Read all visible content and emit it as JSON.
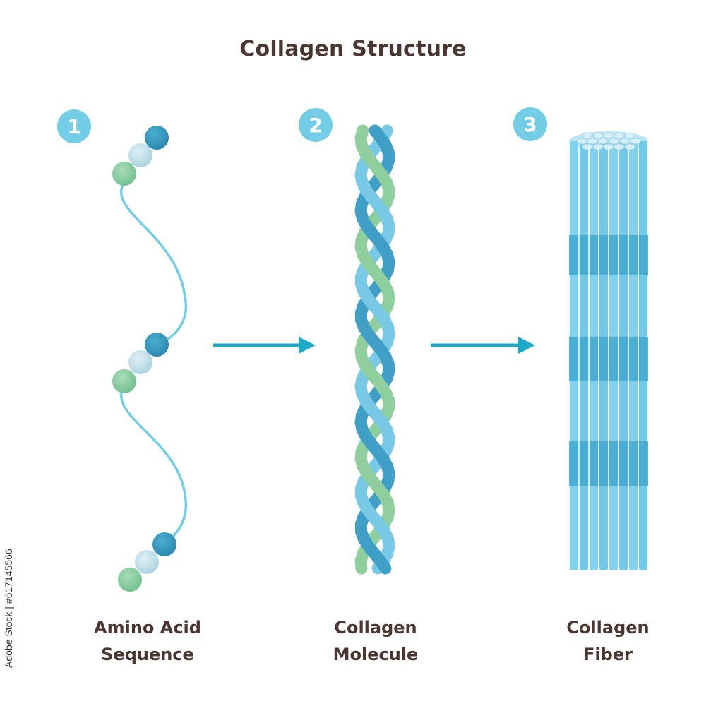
{
  "title": "Collagen Structure",
  "stages": [
    {
      "number": "1",
      "label_line1": "Amino Acid",
      "label_line2": "Sequence"
    },
    {
      "number": "2",
      "label_line1": "Collagen",
      "label_line2": "Molecule"
    },
    {
      "number": "3",
      "label_line1": "Collagen",
      "label_line2": "Fiber"
    }
  ],
  "stock_id": "Adobe Stock | #617145566",
  "colors": {
    "badge": "#73cde7",
    "arrow": "#1fa9c9",
    "green_bead": "#8fd0a6",
    "dark_blue_bead": "#3a9cc2",
    "light_bead": "#c8e3ec",
    "chain": "#73cde7",
    "fiber": "#79cfeb",
    "fiber_band": "#43a9cf",
    "text": "#4a3530"
  }
}
